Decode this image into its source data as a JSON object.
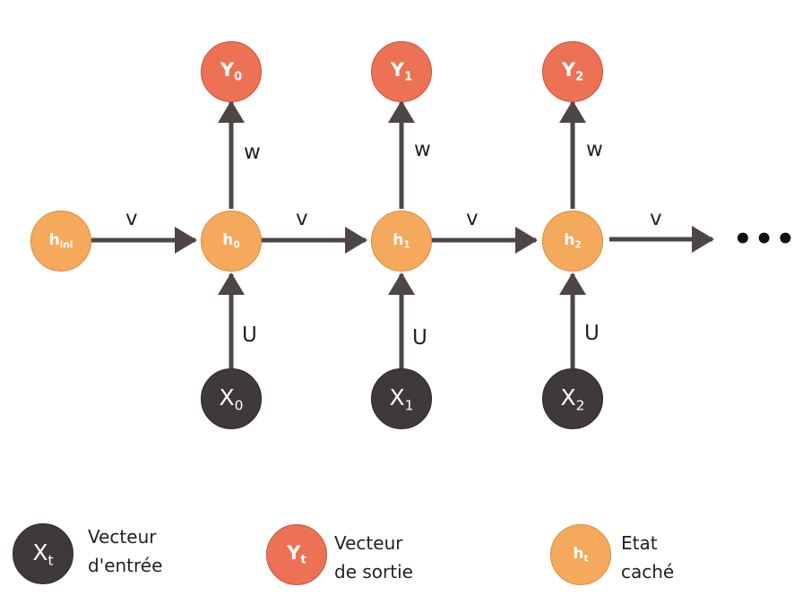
{
  "nodes": {
    "h_ini": {
      "base": "h",
      "sub": "ini"
    },
    "h0": {
      "base": "h",
      "sub": "0"
    },
    "h1": {
      "base": "h",
      "sub": "1"
    },
    "h2": {
      "base": "h",
      "sub": "2"
    },
    "y0": {
      "base": "Y",
      "sub": "0"
    },
    "y1": {
      "base": "Y",
      "sub": "1"
    },
    "y2": {
      "base": "Y",
      "sub": "2"
    },
    "x0": {
      "base": "X",
      "sub": "0"
    },
    "x1": {
      "base": "X",
      "sub": "1"
    },
    "x2": {
      "base": "X",
      "sub": "2"
    }
  },
  "edge_labels": {
    "v": "v",
    "w": "w",
    "u": "U"
  },
  "continuation": "•••",
  "legend": {
    "input": {
      "symbol_base": "X",
      "symbol_sub": "t",
      "line1": "Vecteur",
      "line2": "d'entrée"
    },
    "output": {
      "symbol_base": "Y",
      "symbol_sub": "t",
      "line1": "Vecteur",
      "line2": "de sortie"
    },
    "hidden": {
      "symbol_base": "h",
      "symbol_sub": "t",
      "line1": "Etat",
      "line2": "caché"
    }
  },
  "colors": {
    "hidden_state": "#f4a95c",
    "output": "#ed7154",
    "input": "#3f3a39",
    "arrow": "#4d4644"
  }
}
